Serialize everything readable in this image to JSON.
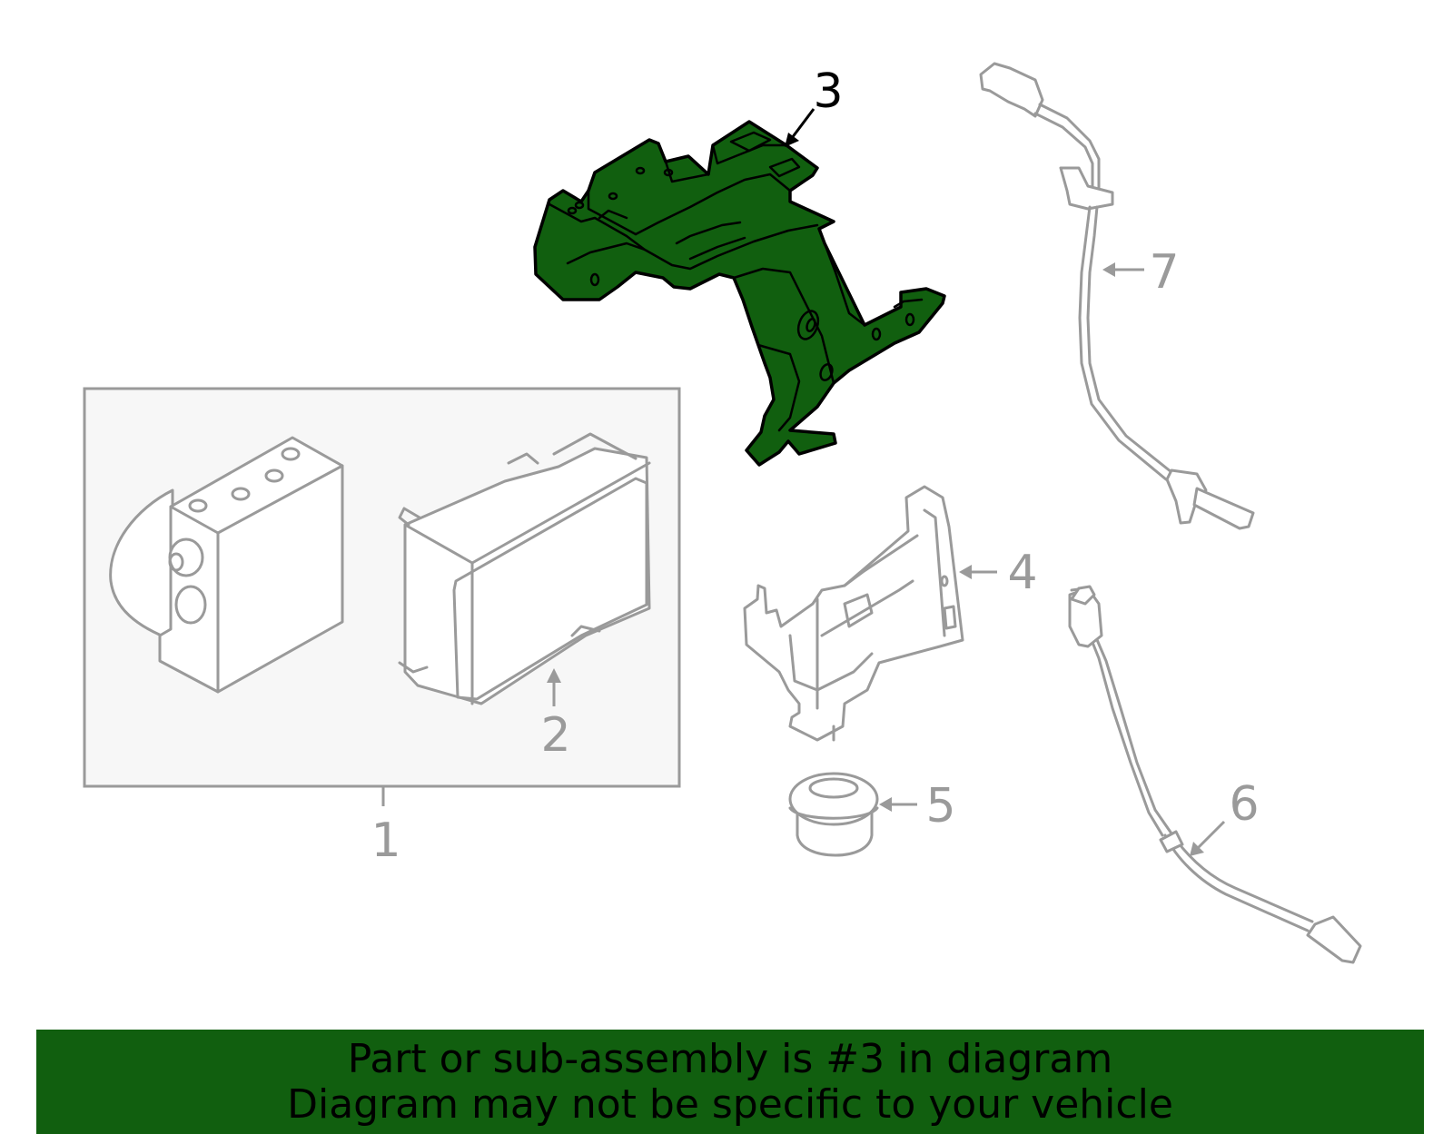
{
  "colors": {
    "highlight": "#115f0f",
    "outline_gray": "#9a9a9a",
    "group_box_fill": "#f7f7f7",
    "banner_text": "#000000"
  },
  "callouts": {
    "c1": "1",
    "c2": "2",
    "c3": "3",
    "c4": "4",
    "c5": "5",
    "c6": "6",
    "c7": "7"
  },
  "banner": {
    "line1": "Part or sub-assembly is #3 in diagram",
    "line2": "Diagram may not be specific to your vehicle"
  }
}
